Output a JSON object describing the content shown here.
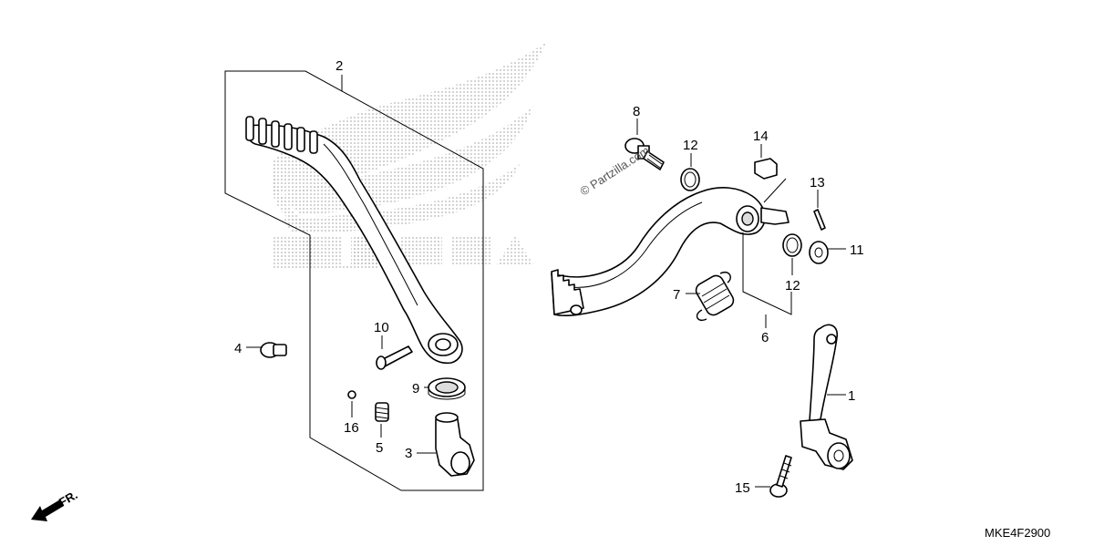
{
  "watermark": {
    "text": "© Partzilla.com",
    "logo": "HONDA"
  },
  "diagram_code": "MKE4F2900",
  "front_arrow_label": "FR.",
  "callouts": {
    "c1": "1",
    "c2": "2",
    "c3": "3",
    "c4": "4",
    "c5": "5",
    "c6": "6",
    "c7": "7",
    "c8": "8",
    "c9": "9",
    "c10": "10",
    "c11": "11",
    "c12a": "12",
    "c12b": "12",
    "c13": "13",
    "c14": "14",
    "c15": "15",
    "c16": "16"
  },
  "colors": {
    "stroke": "#000000",
    "dots": "#bdbdbd",
    "background": "#ffffff"
  }
}
